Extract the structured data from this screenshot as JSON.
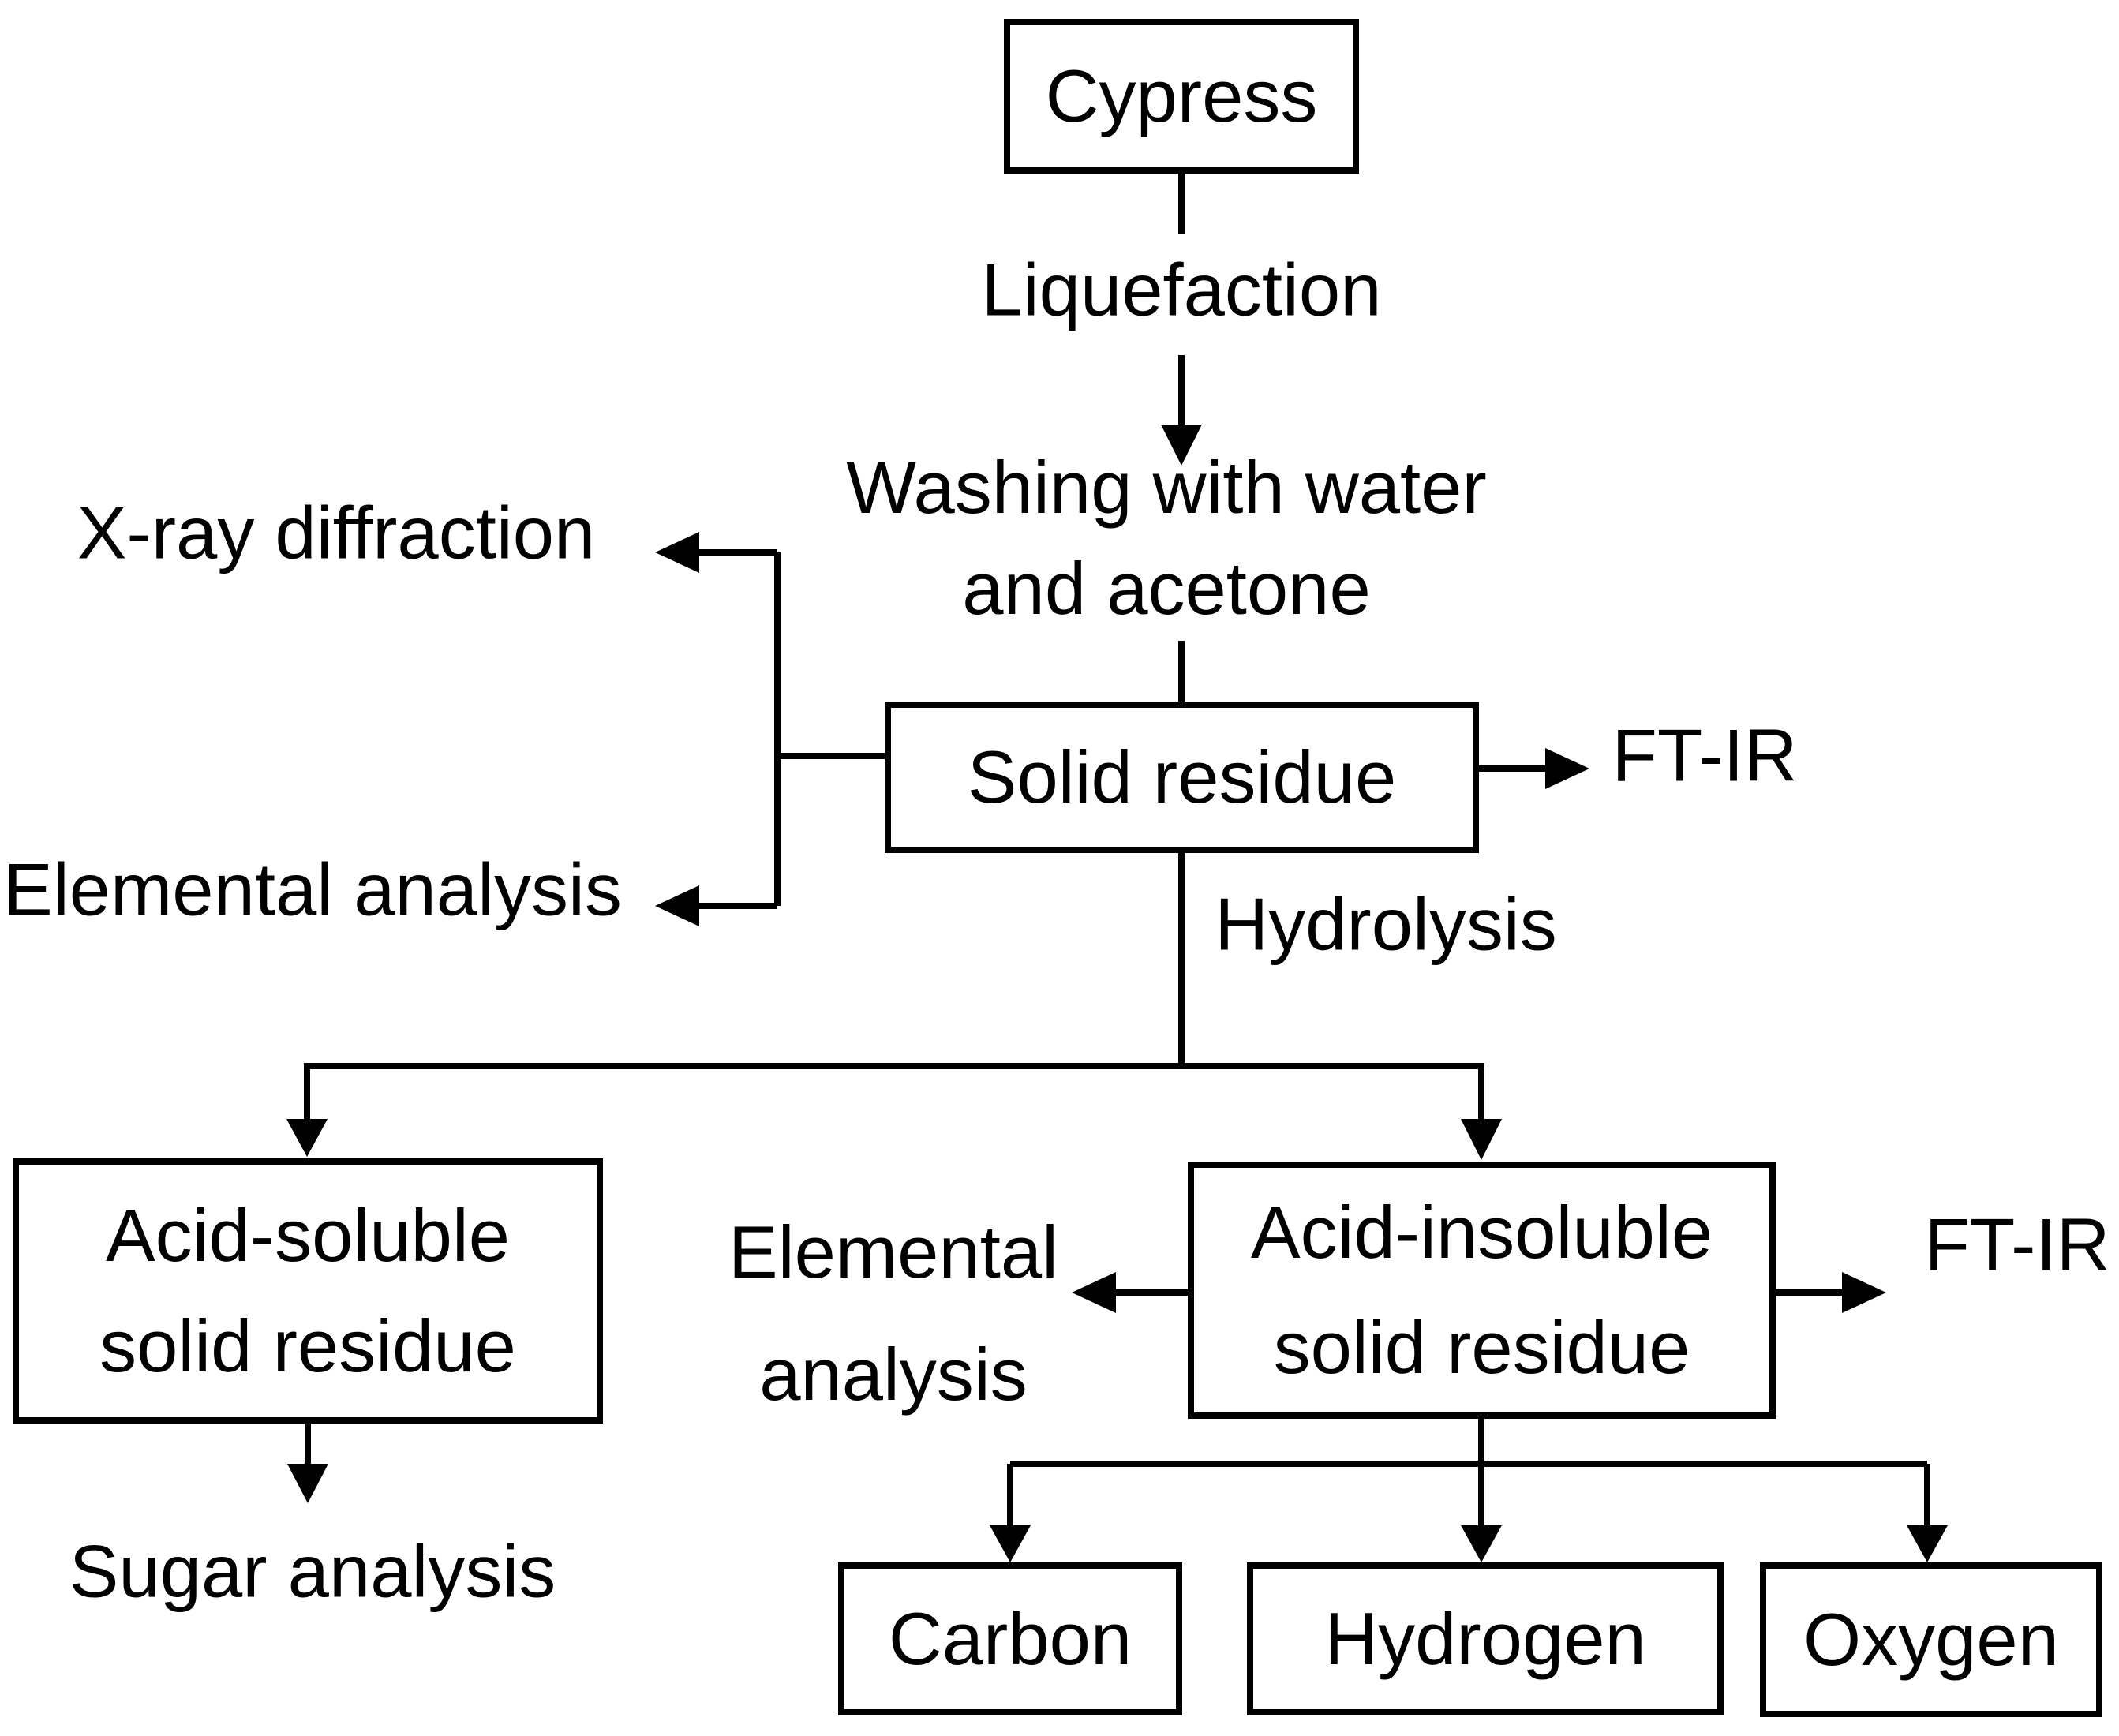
{
  "nodes": {
    "cypress": {
      "label": "Cypress"
    },
    "solid_residue": {
      "label": "Solid residue"
    },
    "acid_soluble": {
      "line1": "Acid-soluble",
      "line2": "solid residue"
    },
    "acid_insoluble": {
      "line1": "Acid-insoluble",
      "line2": "solid residue"
    },
    "carbon": {
      "label": "Carbon"
    },
    "hydrogen": {
      "label": "Hydrogen"
    },
    "oxygen": {
      "label": "Oxygen"
    }
  },
  "process_labels": {
    "liquefaction": "Liquefaction",
    "washing_line1": "Washing with water",
    "washing_line2": "and acetone",
    "hydrolysis": "Hydrolysis"
  },
  "analysis_labels": {
    "xray": "X-ray diffraction",
    "elemental_top": "Elemental analysis",
    "ftir_top": "FT-IR",
    "elemental_bottom_line1": "Elemental",
    "elemental_bottom_line2": "analysis",
    "ftir_bottom": "FT-IR",
    "sugar": "Sugar analysis"
  },
  "colors": {
    "line": "#000000",
    "text": "#000000",
    "background": "#ffffff"
  }
}
